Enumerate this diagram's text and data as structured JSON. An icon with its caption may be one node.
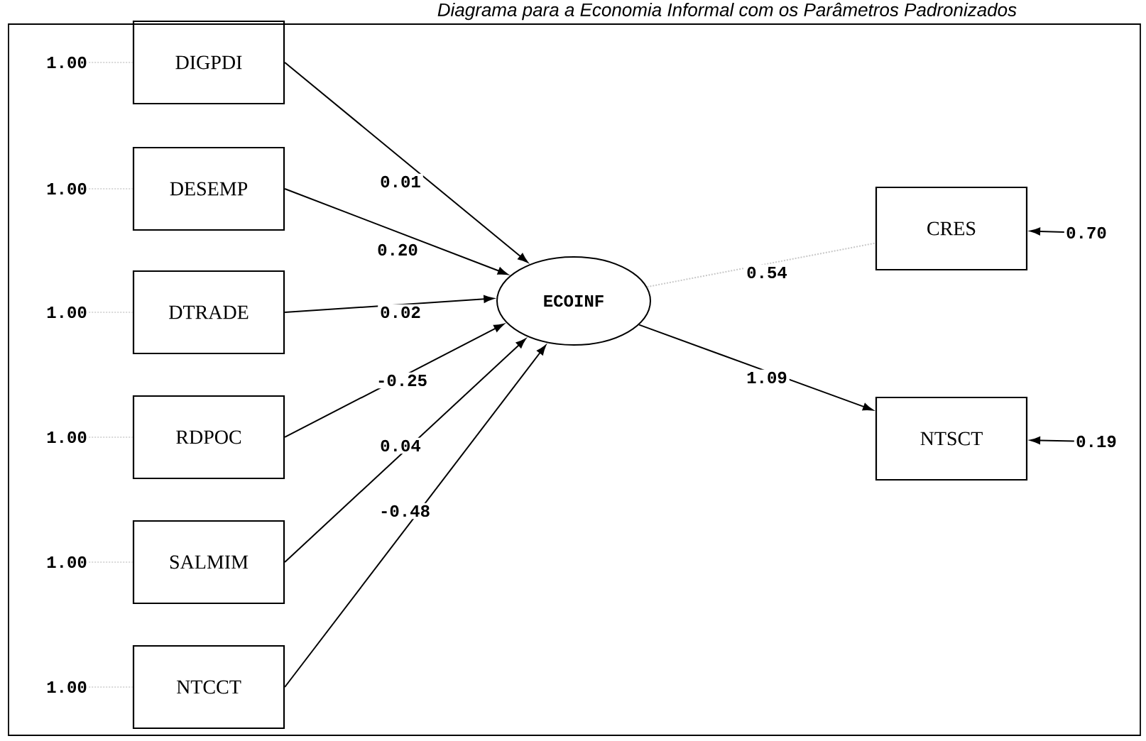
{
  "diagram": {
    "title": "Diagrama para a Economia Informal com os Parâmetros Padronizados",
    "nodes": [
      {
        "text": [
          "DIGPDI"
        ]
      },
      {
        "text": [
          "DESEMP"
        ]
      },
      {
        "text": [
          "DTRADE"
        ]
      },
      {
        "text": [
          "RDPOC"
        ]
      },
      {
        "text": [
          "SALMIM"
        ]
      },
      {
        "text": [
          "NTCCT"
        ]
      },
      {
        "text": [
          "ECOINF"
        ]
      },
      {
        "text": [
          "CRES"
        ]
      },
      {
        "text": [
          "NTSCT"
        ]
      },
      {
        "text": [
          "1.00"
        ]
      },
      {
        "text": [
          "1.00"
        ]
      },
      {
        "text": [
          "1.00"
        ]
      },
      {
        "text": [
          "1.00"
        ]
      },
      {
        "text": [
          "1.00"
        ]
      },
      {
        "text": [
          "1.00"
        ]
      },
      {
        "text": [
          "0.70"
        ]
      },
      {
        "text": [
          "0.19"
        ]
      }
    ],
    "edges": [
      {
        "from": 0,
        "to": 6,
        "arrow": "to",
        "label": "0.01"
      },
      {
        "from": 1,
        "to": 6,
        "arrow": "to",
        "label": "0.20"
      },
      {
        "from": 2,
        "to": 6,
        "arrow": "to",
        "label": "0.02"
      },
      {
        "from": 3,
        "to": 6,
        "arrow": "to",
        "label": "-0.25"
      },
      {
        "from": 4,
        "to": 6,
        "arrow": "to",
        "label": "0.04"
      },
      {
        "from": 5,
        "to": 6,
        "arrow": "to",
        "label": "-0.48"
      },
      {
        "from": 6,
        "to": 7,
        "arrow": "none",
        "label": "0.54",
        "style": "dashed",
        "color": "#c8c8c8"
      },
      {
        "from": 6,
        "to": 8,
        "arrow": "to",
        "label": "1.09"
      },
      {
        "from": 9,
        "to": 0,
        "arrow": "none",
        "style": "dashed",
        "color": "#d8d8d8"
      },
      {
        "from": 10,
        "to": 1,
        "arrow": "none",
        "style": "dashed",
        "color": "#d8d8d8"
      },
      {
        "from": 11,
        "to": 2,
        "arrow": "none",
        "style": "dashed",
        "color": "#d8d8d8"
      },
      {
        "from": 12,
        "to": 3,
        "arrow": "none",
        "style": "dashed",
        "color": "#d8d8d8"
      },
      {
        "from": 13,
        "to": 4,
        "arrow": "none",
        "style": "dashed",
        "color": "#d8d8d8"
      },
      {
        "from": 14,
        "to": 5,
        "arrow": "none",
        "style": "dashed",
        "color": "#d8d8d8"
      },
      {
        "from": 15,
        "to": 7,
        "arrow": "to"
      },
      {
        "from": 16,
        "to": 8,
        "arrow": "to"
      }
    ]
  }
}
